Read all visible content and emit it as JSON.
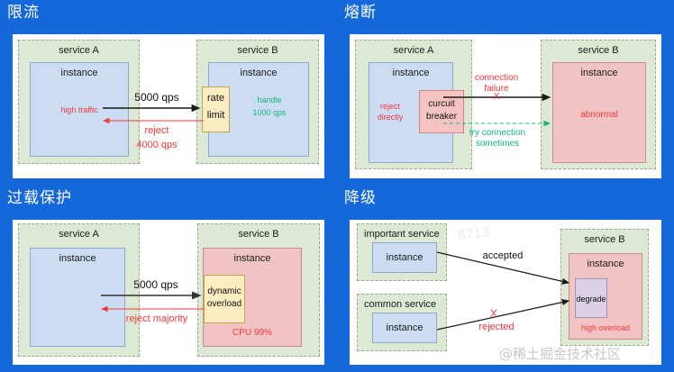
{
  "background_color": "#1568da",
  "panel_color": "#ffffff",
  "colors": {
    "service_fill": "#dde9d5",
    "service_border": "#9aab8c",
    "instance_blue_fill": "#ccddf3",
    "instance_blue_border": "#8fa9c9",
    "instance_red_fill": "#f2c3c3",
    "instance_red_border": "#cc8b8b",
    "yellow_fill": "#fcecc2",
    "yellow_border": "#c9a54a",
    "red_fill": "#f6c3c3",
    "red_border": "#cf8585",
    "purple_fill": "#d9d0e8",
    "purple_border": "#a295b8",
    "red_text": "#f4373c",
    "green_text": "#15b57e",
    "black_text": "#111111"
  },
  "watermark": "@稀土掘金技术社区",
  "watermark_faint": "8713",
  "quadrants": [
    {
      "id": "rate-limiting",
      "title": "限流",
      "service_a_label": "service A",
      "service_b_label": "service B",
      "instance_a_label": "instance",
      "instance_b_label": "instance",
      "instance_a_note": "high traffic",
      "limiter_line1": "rate",
      "limiter_line2": "limit",
      "handle_line1": "handle",
      "handle_line2": "1000 qps",
      "arrow_forward_label": "5000 qps",
      "arrow_back_line1": "reject",
      "arrow_back_line2": "4000 qps"
    },
    {
      "id": "circuit-breaking",
      "title": "熔断",
      "service_a_label": "service A",
      "service_b_label": "service B",
      "instance_a_label": "instance",
      "instance_b_label": "instance",
      "instance_b_note": "abnormal",
      "reject_line1": "reject",
      "reject_line2": "directly",
      "breaker_line1": "curcuit",
      "breaker_line2": "breaker",
      "failure_line1": "connection",
      "failure_line2": "failure",
      "failure_mark": "X",
      "retry_line1": "try connection",
      "retry_line2": "sometimes"
    },
    {
      "id": "overload-protection",
      "title": "过载保护",
      "service_a_label": "service A",
      "service_b_label": "service B",
      "instance_a_label": "instance",
      "instance_b_label": "instance",
      "overload_line1": "dynamic",
      "overload_line2": "overload",
      "cpu_label": "CPU 99%",
      "arrow_forward_label": "5000 qps",
      "arrow_back_label": "reject majority"
    },
    {
      "id": "degradation",
      "title": "降级",
      "important_service_label": "important service",
      "common_service_label": "common service",
      "important_instance_label": "instance",
      "common_instance_label": "instance",
      "service_b_label": "service B",
      "instance_b_label": "instance",
      "degrade_label": "degrade",
      "overload_note": "high overload",
      "accepted_label": "accepted",
      "rejected_label": "rejected",
      "rejected_mark": "X"
    }
  ]
}
